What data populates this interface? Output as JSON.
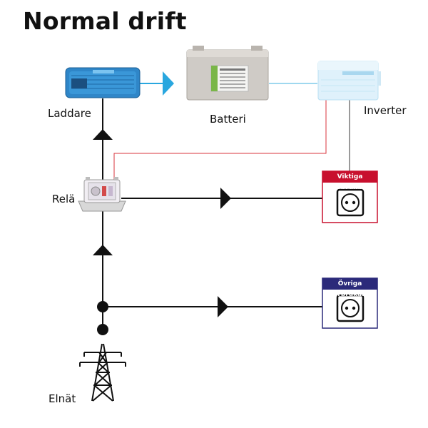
{
  "title": "Normal drift",
  "labels": {
    "charger": "Laddare",
    "battery": "Batteri",
    "inverter": "Inverter",
    "relay": "Relä",
    "grid": "Elnät"
  },
  "loads": {
    "important": "Viktiga förbrukare",
    "other": "Övriga förbrukare"
  },
  "colors": {
    "important": "#c8102e",
    "other": "#2b2a7a",
    "charger": "#2f86c8",
    "battery_link": "#9fd8ef",
    "red_wire": "#d9363e",
    "grey_wire": "#9a9a9a",
    "flow_arrow": "#29a7df"
  },
  "icons": {
    "charger": "battery-charger-icon",
    "battery": "battery-icon",
    "inverter": "inverter-icon",
    "relay": "relay-icon",
    "grid": "power-pylon-icon",
    "outlet": "power-outlet-icon"
  }
}
